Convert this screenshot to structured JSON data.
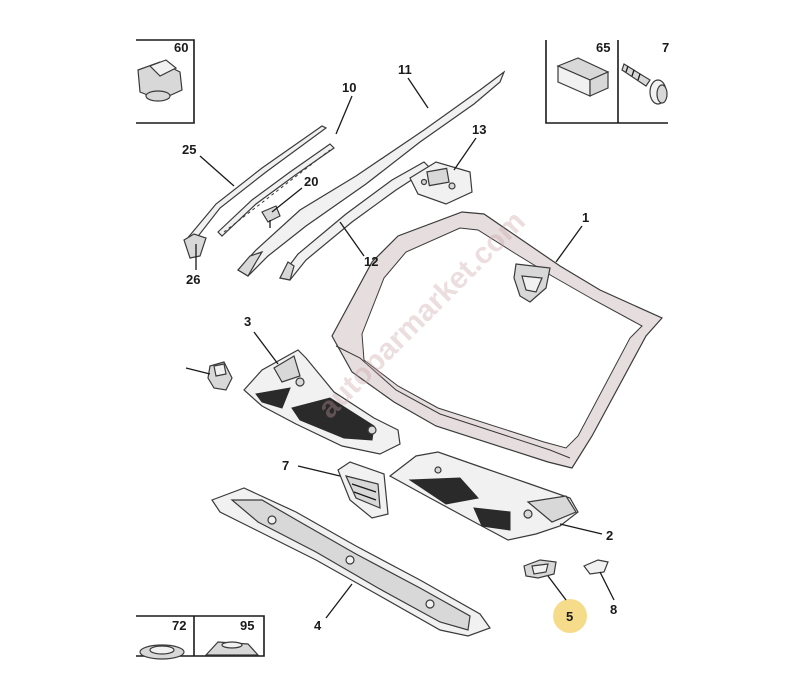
{
  "callouts": {
    "c1": "1",
    "c2": "2",
    "c3": "3",
    "c4": "4",
    "c5": "5",
    "c7": "7",
    "c8": "8",
    "c10": "10",
    "c11": "11",
    "c12": "12",
    "c13": "13",
    "c20": "20",
    "c25": "25",
    "c26": "26"
  },
  "insets": {
    "i60": "60",
    "i65": "65",
    "i7": "7",
    "i72": "72",
    "i95": "95"
  },
  "watermark": "autoparmarket.com",
  "highlight_color": "#f6dc8a",
  "glass_tint": "#e9dcdc"
}
